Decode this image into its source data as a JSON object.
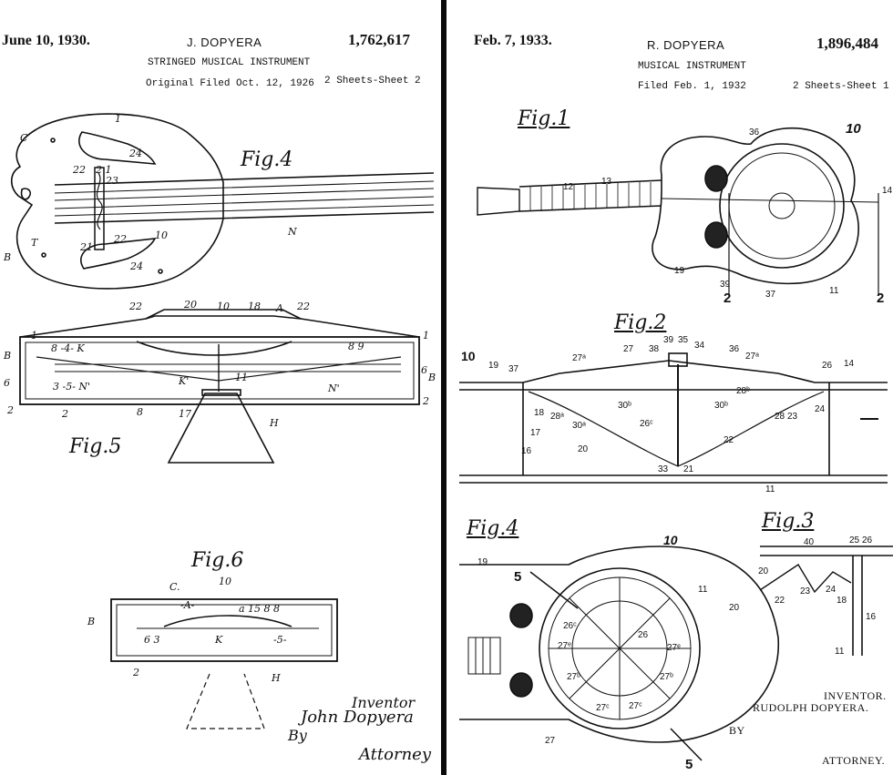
{
  "left": {
    "date": "June 10, 1930.",
    "inventor": "J. DOPYERA",
    "patent_no": "1,762,617",
    "title": "STRINGED MUSICAL INSTRUMENT",
    "filed": "Original Filed Oct. 12, 1926",
    "sheets": "2 Sheets-Sheet 2",
    "fig_labels": [
      "Fig.4",
      "Fig.5",
      "Fig.6"
    ],
    "signature": {
      "role": "Inventor",
      "name": "John Dopyera",
      "by": "By",
      "agent": "Attorney"
    }
  },
  "right": {
    "date": "Feb. 7, 1933.",
    "inventor": "R. DOPYERA",
    "patent_no": "1,896,484",
    "title": "MUSICAL INSTRUMENT",
    "filed": "Filed Feb. 1, 1932",
    "sheets": "2 Sheets-Sheet 1",
    "fig_labels": [
      "Fig.1",
      "Fig.2",
      "Fig.4",
      "Fig.3"
    ],
    "signature": {
      "role": "INVENTOR.",
      "name": "RUDOLPH DOPYERA.",
      "by": "BY",
      "agent": "ATTORNEY."
    }
  }
}
